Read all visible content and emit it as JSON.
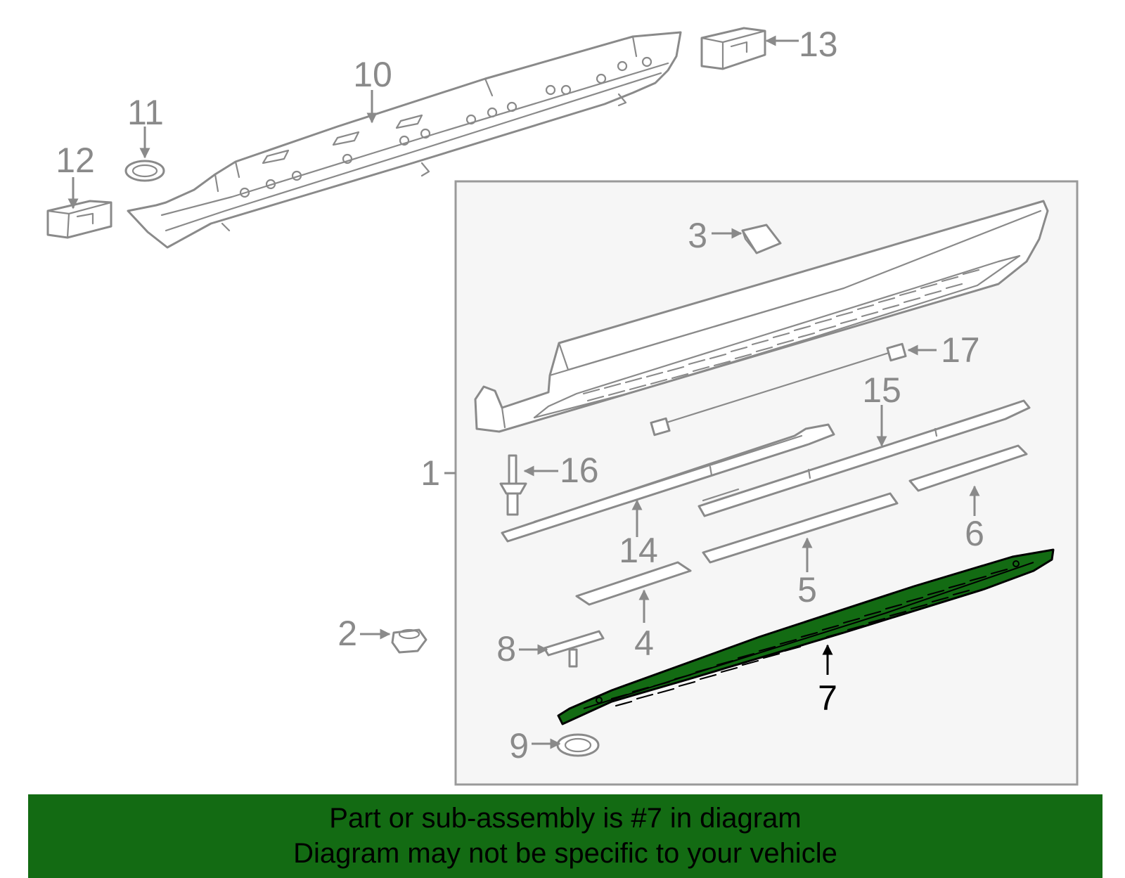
{
  "callouts": {
    "c1": "1",
    "c2": "2",
    "c3": "3",
    "c4": "4",
    "c5": "5",
    "c6": "6",
    "c7": "7",
    "c8": "8",
    "c9": "9",
    "c10": "10",
    "c11": "11",
    "c12": "12",
    "c13": "13",
    "c14": "14",
    "c15": "15",
    "c16": "16",
    "c17": "17"
  },
  "highlighted_part": "7",
  "banner": {
    "line1": "Part or sub-assembly is #7 in diagram",
    "line2": "Diagram may not be specific to your vehicle"
  },
  "colors": {
    "highlight_fill": "#136b13",
    "banner_background": "#136b13",
    "line_gray": "#8a8a8a",
    "panel_background": "#f6f6f6"
  }
}
